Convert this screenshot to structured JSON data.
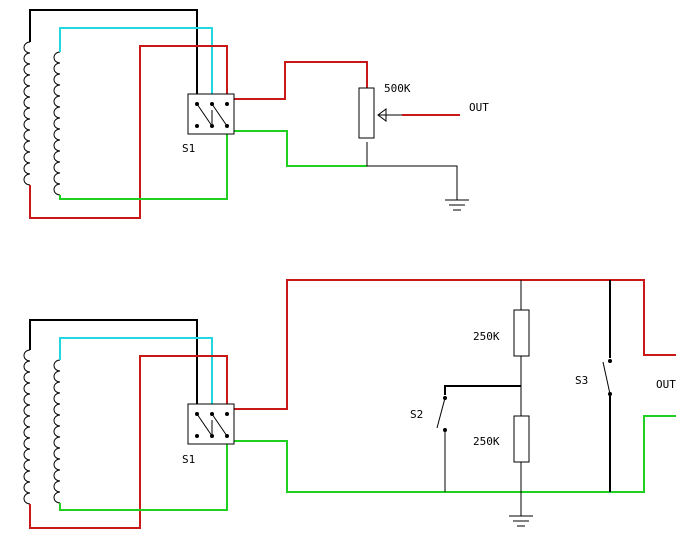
{
  "colors": {
    "black_wire": "#000000",
    "cyan_wire": "#22d8e0",
    "red_wire": "#c81818",
    "green_wire": "#20d020"
  },
  "circuit_top": {
    "switch_label": "S1",
    "pot_label": "500K",
    "out_label": "OUT"
  },
  "circuit_bottom": {
    "switch1_label": "S1",
    "resistor_top_label": "250K",
    "resistor_bottom_label": "250K",
    "switch2_label": "S2",
    "switch3_label": "S3",
    "out_label": "OUT"
  }
}
